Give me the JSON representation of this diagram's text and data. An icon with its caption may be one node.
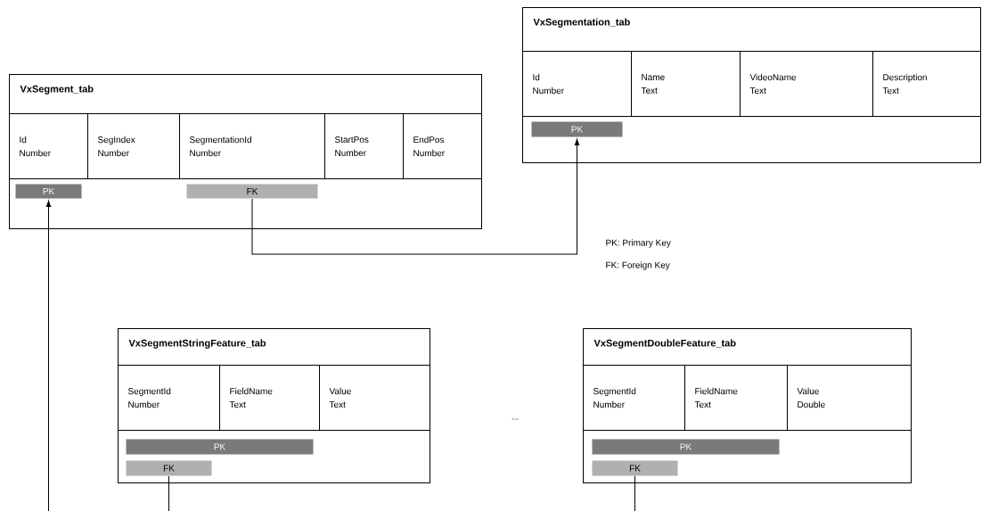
{
  "diagram": {
    "nodes": [
      {
        "text": [
          "VxSegment_tab"
        ]
      },
      {
        "text": [
          "Id",
          "Number"
        ],
        "in": 0
      },
      {
        "text": [
          "SegIndex",
          "Number"
        ],
        "in": 0
      },
      {
        "text": [
          "SegmentationId",
          "Number"
        ],
        "in": 0
      },
      {
        "text": [
          "StartPos",
          "Number"
        ],
        "in": 0
      },
      {
        "text": [
          "EndPos",
          "Number"
        ],
        "in": 0
      },
      {
        "text": [
          "PK"
        ],
        "in": 0
      },
      {
        "text": [
          "FK"
        ],
        "in": 0
      },
      {
        "text": [
          "VxSegmentation_tab"
        ]
      },
      {
        "text": [
          "Id",
          "Number"
        ],
        "in": 8
      },
      {
        "text": [
          "Name",
          "Text"
        ],
        "in": 8
      },
      {
        "text": [
          "VideoName",
          "Text"
        ],
        "in": 8
      },
      {
        "text": [
          "Description",
          "Text"
        ],
        "in": 8
      },
      {
        "text": [
          "PK"
        ],
        "in": 8
      },
      {
        "text": [
          "VxSegmentStringFeature_tab"
        ]
      },
      {
        "text": [
          "SegmentId",
          "Number"
        ],
        "in": 14
      },
      {
        "text": [
          "FieldName",
          "Text"
        ],
        "in": 14
      },
      {
        "text": [
          "Value",
          "Text"
        ],
        "in": 14
      },
      {
        "text": [
          "PK"
        ],
        "in": 14
      },
      {
        "text": [
          "FK"
        ],
        "in": 14
      },
      {
        "text": [
          "VxSegmentDoubleFeature_tab"
        ]
      },
      {
        "text": [
          "SegmentId",
          "Number"
        ],
        "in": 20
      },
      {
        "text": [
          "FieldName",
          "Text"
        ],
        "in": 20
      },
      {
        "text": [
          "Value",
          "Double"
        ],
        "in": 20
      },
      {
        "text": [
          "PK"
        ],
        "in": 20
      },
      {
        "text": [
          "FK"
        ],
        "in": 20
      }
    ],
    "edges": [
      {
        "from": 7,
        "to": 13,
        "arrow": "to"
      },
      {
        "from": null,
        "to": 6,
        "arrow": "to"
      },
      {
        "from": 19,
        "to": null,
        "arrow": "none"
      },
      {
        "from": 25,
        "to": null,
        "arrow": "none"
      }
    ],
    "labels": [
      "PK: Primary Key",
      "FK: Foreign Key",
      "..."
    ]
  }
}
